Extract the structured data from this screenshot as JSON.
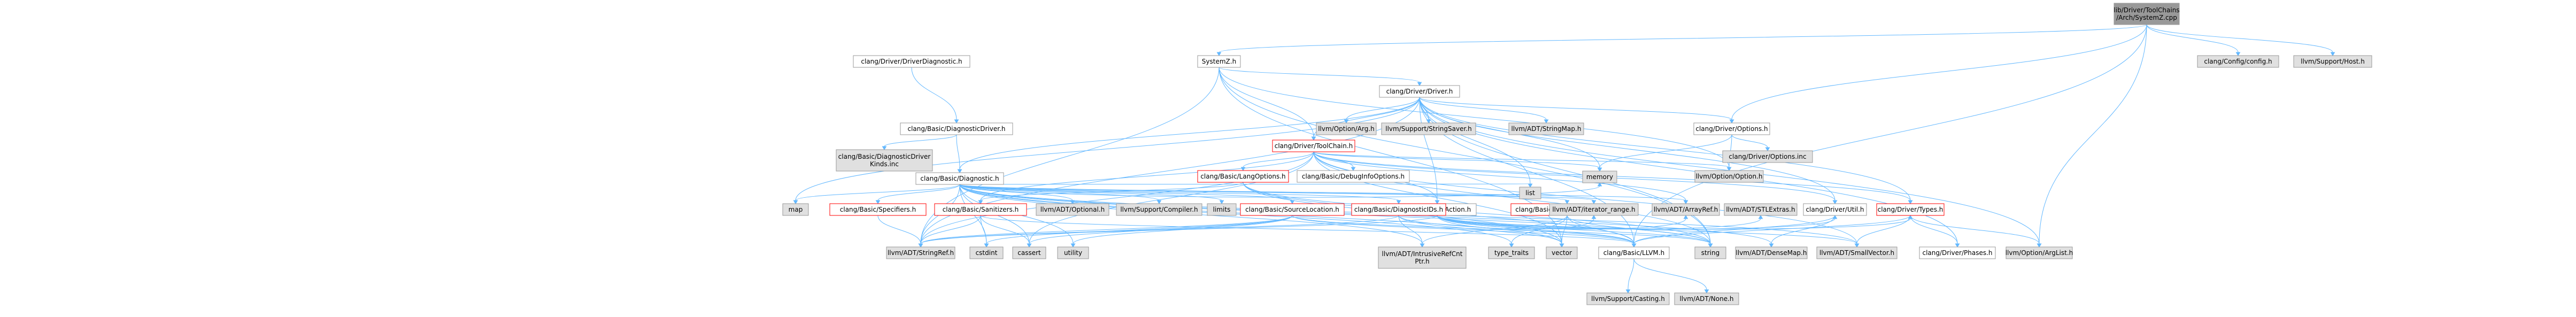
{
  "graph": {
    "style": {
      "edge_color": "#63b8ff",
      "root_fill": "#999999",
      "external_fill": "#e0e0e0",
      "doc_fill": "#ffffff",
      "border": "#999999",
      "red_border": "#ff0000"
    },
    "nodes": {
      "root": [
        "lib/Driver/ToolChains",
        "/Arch/SystemZ.cpp"
      ],
      "systemz_h": [
        "SystemZ.h"
      ],
      "config": [
        "clang/Config/config.h"
      ],
      "host": [
        "llvm/Support/Host.h"
      ],
      "driverdiag": [
        "clang/Driver/DriverDiagnostic.h"
      ],
      "driver_h": [
        "clang/Driver/Driver.h"
      ],
      "basicdiagdriver": [
        "clang/Basic/DiagnosticDriver.h"
      ],
      "optarg": [
        "llvm/Option/Arg.h"
      ],
      "stringsaver": [
        "llvm/Support/StringSaver.h"
      ],
      "toolchain": [
        "clang/Driver/ToolChain.h"
      ],
      "stringmap": [
        "llvm/ADT/StringMap.h"
      ],
      "driveroptions": [
        "clang/Driver/Options.h"
      ],
      "diagdriverkinds": [
        "clang/Basic/DiagnosticDriver",
        "Kinds.inc"
      ],
      "basicdiag": [
        "clang/Basic/Diagnostic.h"
      ],
      "langoptions": [
        "clang/Basic/LangOptions.h"
      ],
      "debuginfo": [
        "clang/Basic/DebugInfoOptions.h"
      ],
      "driveraction": [
        "clang/Driver/Action.h"
      ],
      "optoption": [
        "llvm/Option/Option.h"
      ],
      "optionsinc": [
        "clang/Driver/Options.inc"
      ],
      "map": [
        "map"
      ],
      "specifiers": [
        "clang/Basic/Specifiers.h"
      ],
      "sanitizers": [
        "clang/Basic/Sanitizers.h"
      ],
      "adtoptional": [
        "llvm/ADT/Optional.h"
      ],
      "compiler": [
        "llvm/Support/Compiler.h"
      ],
      "limits": [
        "limits"
      ],
      "sourceloc": [
        "clang/Basic/SourceLocation.h"
      ],
      "diagids": [
        "clang/Basic/DiagnosticIDs.h"
      ],
      "diagoptions": [
        "clang/Basic/DiagnosticOptions.h"
      ],
      "list": [
        "list"
      ],
      "iterrange": [
        "llvm/ADT/iterator_range.h"
      ],
      "arrayref": [
        "llvm/ADT/ArrayRef.h"
      ],
      "memory": [
        "memory"
      ],
      "stlextras": [
        "llvm/ADT/STLExtras.h"
      ],
      "util": [
        "clang/Driver/Util.h"
      ],
      "types": [
        "clang/Driver/Types.h"
      ],
      "stringref": [
        "llvm/ADT/StringRef.h"
      ],
      "cstdint": [
        "cstdint"
      ],
      "cassert": [
        "cassert"
      ],
      "utility": [
        "utility"
      ],
      "intrusive": [
        "llvm/ADT/IntrusiveRefCnt",
        "Ptr.h"
      ],
      "typetraits": [
        "type_traits"
      ],
      "vector": [
        "vector"
      ],
      "basicllvm": [
        "clang/Basic/LLVM.h"
      ],
      "string": [
        "string"
      ],
      "densemap": [
        "llvm/ADT/DenseMap.h"
      ],
      "smallvector": [
        "llvm/ADT/SmallVector.h"
      ],
      "phases": [
        "clang/Driver/Phases.h"
      ],
      "arglist": [
        "llvm/Option/ArgList.h"
      ],
      "casting": [
        "llvm/Support/Casting.h"
      ],
      "none": [
        "llvm/ADT/None.h"
      ]
    }
  }
}
